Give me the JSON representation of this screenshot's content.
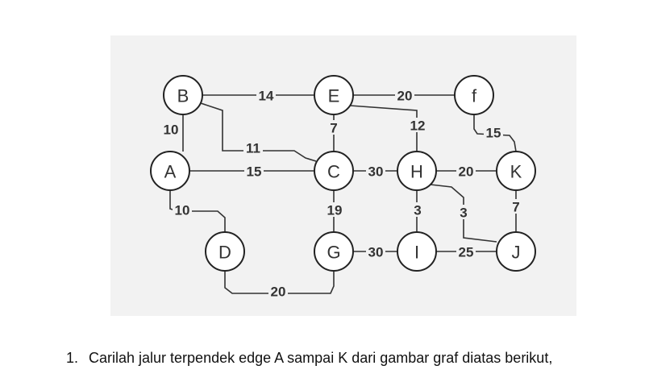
{
  "graph": {
    "nodes": [
      {
        "id": "A",
        "label": "A"
      },
      {
        "id": "B",
        "label": "B"
      },
      {
        "id": "C",
        "label": "C"
      },
      {
        "id": "D",
        "label": "D"
      },
      {
        "id": "E",
        "label": "E"
      },
      {
        "id": "f",
        "label": "f"
      },
      {
        "id": "G",
        "label": "G"
      },
      {
        "id": "H",
        "label": "H"
      },
      {
        "id": "I",
        "label": "I"
      },
      {
        "id": "J",
        "label": "J"
      },
      {
        "id": "K",
        "label": "K"
      }
    ],
    "edges": [
      {
        "id": "B-E",
        "from": "B",
        "to": "E",
        "weight": "14"
      },
      {
        "id": "E-f",
        "from": "E",
        "to": "f",
        "weight": "20"
      },
      {
        "id": "B-A",
        "from": "B",
        "to": "A",
        "weight": "10"
      },
      {
        "id": "E-C",
        "from": "E",
        "to": "C",
        "weight": "7"
      },
      {
        "id": "E-H",
        "from": "E",
        "to": "H",
        "weight": "12"
      },
      {
        "id": "f-K",
        "from": "f",
        "to": "K",
        "weight": "15"
      },
      {
        "id": "B-C",
        "from": "B",
        "to": "C",
        "weight": "11"
      },
      {
        "id": "A-C",
        "from": "A",
        "to": "C",
        "weight": "15"
      },
      {
        "id": "C-H",
        "from": "C",
        "to": "H",
        "weight": "30"
      },
      {
        "id": "H-K",
        "from": "H",
        "to": "K",
        "weight": "20"
      },
      {
        "id": "A-D",
        "from": "A",
        "to": "D",
        "weight": "10"
      },
      {
        "id": "C-G",
        "from": "C",
        "to": "G",
        "weight": "19"
      },
      {
        "id": "H-I",
        "from": "H",
        "to": "I",
        "weight": "3"
      },
      {
        "id": "H-J",
        "from": "H",
        "to": "J",
        "weight": "3"
      },
      {
        "id": "K-J",
        "from": "K",
        "to": "J",
        "weight": "7"
      },
      {
        "id": "G-I",
        "from": "G",
        "to": "I",
        "weight": "30"
      },
      {
        "id": "I-J",
        "from": "I",
        "to": "J",
        "weight": "25"
      },
      {
        "id": "D-G",
        "from": "D",
        "to": "G",
        "weight": "20"
      }
    ]
  },
  "question": {
    "number": "1.",
    "text": "Carilah jalur terpendek edge A sampai K dari gambar graf diatas berikut,"
  }
}
